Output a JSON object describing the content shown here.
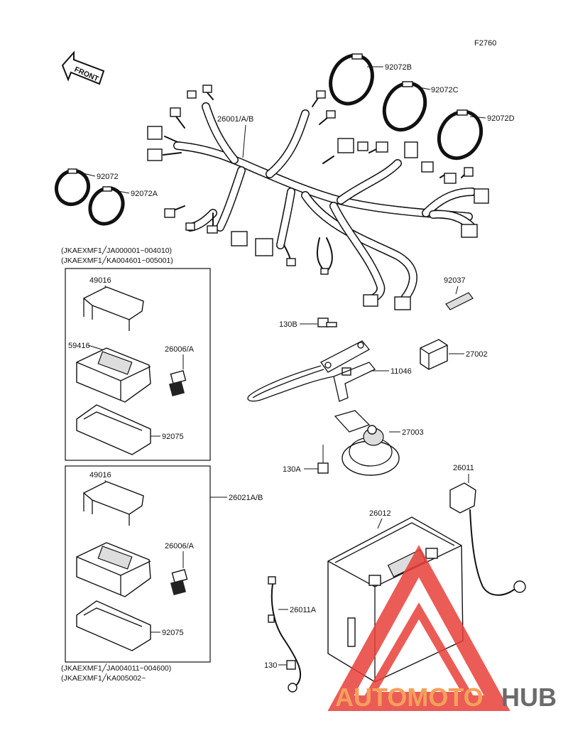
{
  "figure_id": "F2760",
  "front_label": "FRONT",
  "parts": {
    "harness": "26001/A/B",
    "band_b": "92072B",
    "band_c": "92072C",
    "band_d": "92072D",
    "band": "92072",
    "band_a": "92072A",
    "clamp": "92037",
    "bolt_b": "130B",
    "bracket": "11046",
    "relay": "27002",
    "horn": "27003",
    "bolt_a": "130A",
    "cable_plus": "26011",
    "battery": "26012",
    "cable_minus": "26011A",
    "bolt": "130",
    "junction_box": "26021A/B",
    "cover_top_1": "49016",
    "jbox_1": "59416",
    "fuse_1": "26006/A",
    "cover_bottom_1": "92075",
    "cover_top_2": "49016",
    "fuse_2": "26006/A",
    "cover_bottom_2": "92075"
  },
  "serial_notes": {
    "box1_line1": "(JKAEXMF1╱JA000001~004010)",
    "box1_line2": "(JKAEXMF1╱KA004601~005001)",
    "box2_line1": "(JKAEXMF1╱JA004011~004600)",
    "box2_line2": "(JKAEXMF1╱KA005002~"
  },
  "watermark": {
    "part1": "AUTOMOTO",
    "part2": "HUB",
    "color_main": "#f5a05a",
    "color_hub": "#6b6b6b",
    "logo_color": "#e8403a"
  }
}
